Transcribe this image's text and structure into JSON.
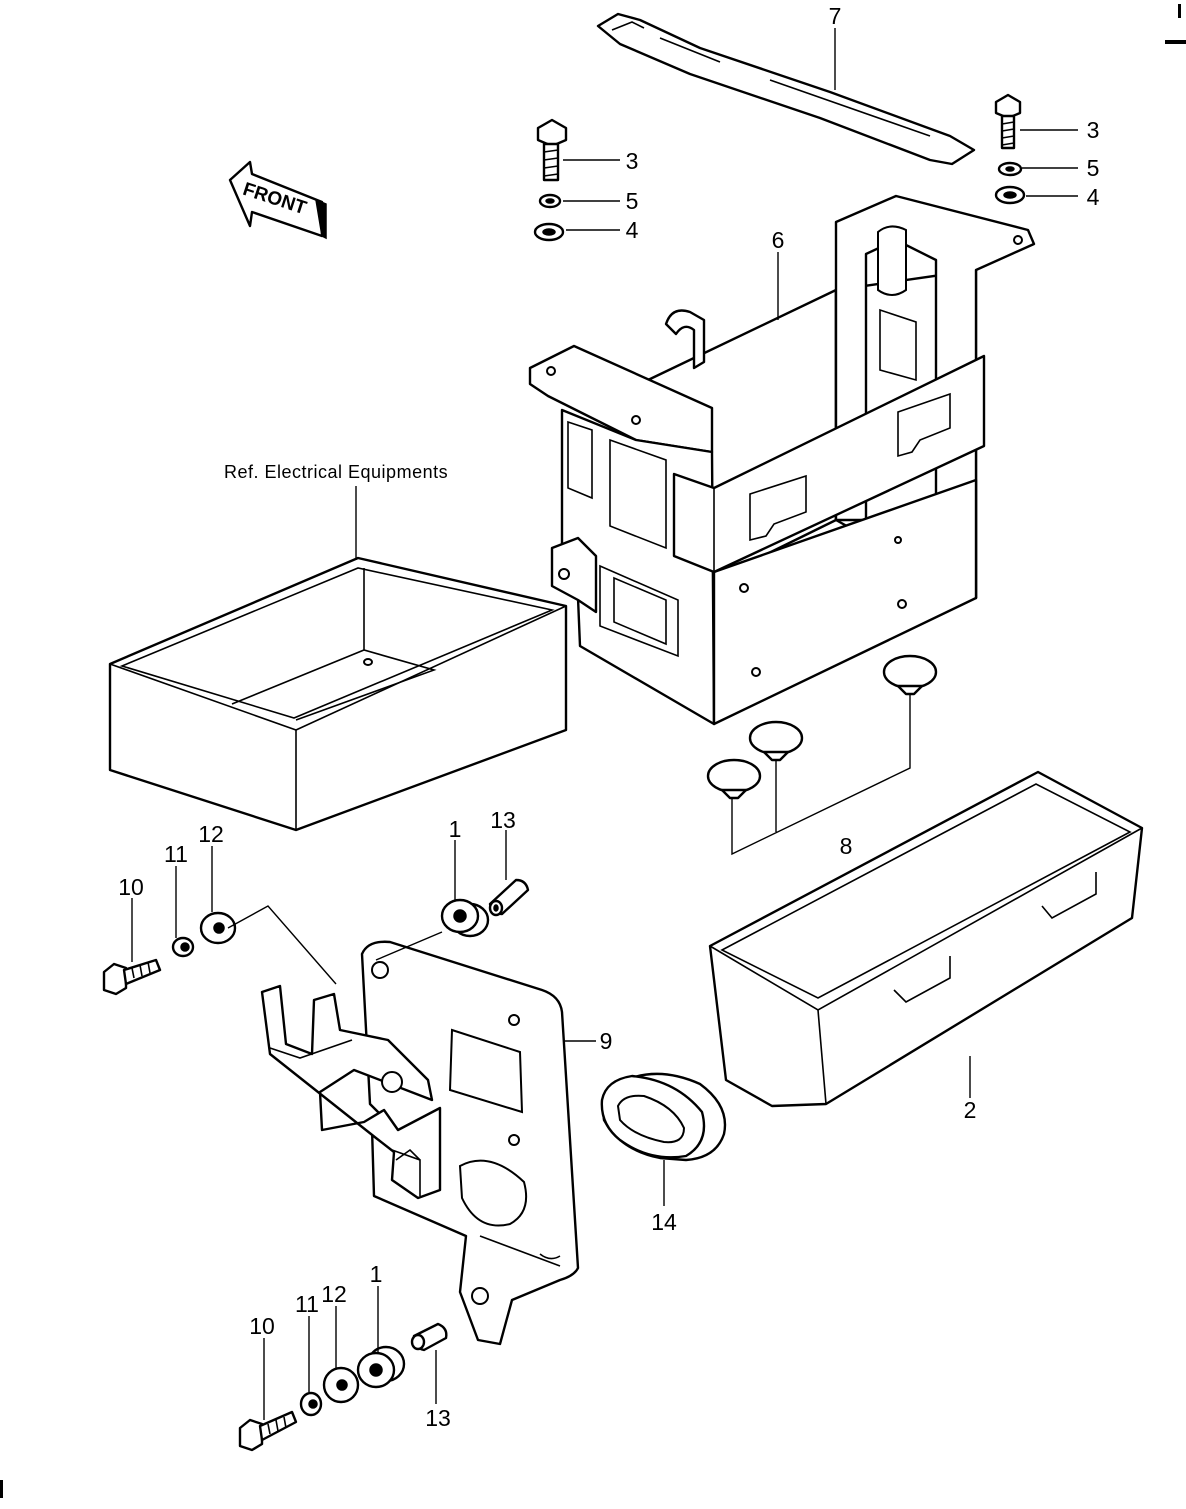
{
  "reference_note": "Ref. Electrical Equipments",
  "front_arrow": "FRONT",
  "part_labels": {
    "p1_top": "1",
    "p1_bottom": "1",
    "p2": "2",
    "p3_left": "3",
    "p3_right": "3",
    "p4_left": "4",
    "p4_right": "4",
    "p5_left": "5",
    "p5_right": "5",
    "p6": "6",
    "p7": "7",
    "p8": "8",
    "p9": "9",
    "p10_top": "10",
    "p10_bottom": "10",
    "p11_top": "11",
    "p11_bottom": "11",
    "p12_top": "12",
    "p12_bottom": "12",
    "p13_top": "13",
    "p13_bottom": "13",
    "p14": "14"
  },
  "icons": [
    "front-arrow-icon",
    "bolt-icon",
    "washer-icon",
    "grommet-icon",
    "collar-icon",
    "rubber-cap-icon"
  ]
}
